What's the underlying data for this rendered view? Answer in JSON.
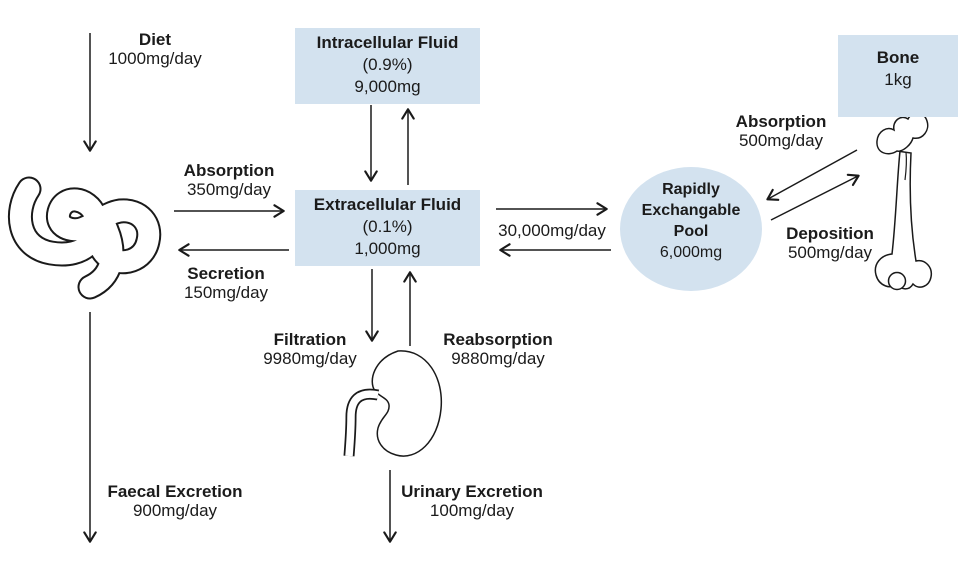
{
  "colors": {
    "node_fill": "#d3e2ef",
    "line": "#1a1a1a",
    "background": "#ffffff"
  },
  "nodes": {
    "intracellular": {
      "title": "Intracellular Fluid",
      "concentration": "(0.9%)",
      "amount": "9,000mg"
    },
    "extracellular": {
      "title": "Extracellular Fluid",
      "concentration": "(0.1%)",
      "amount": "1,000mg"
    },
    "bone": {
      "title": "Bone",
      "amount": "1kg"
    },
    "pool": {
      "title_lines": [
        "Rapidly",
        "Exchangable",
        "Pool"
      ],
      "amount": "6,000mg"
    }
  },
  "flows": {
    "diet": {
      "label": "Diet",
      "rate": "1000mg/day"
    },
    "gut_absorption": {
      "label": "Absorption",
      "rate": "350mg/day"
    },
    "gut_secretion": {
      "label": "Secretion",
      "rate": "150mg/day"
    },
    "ecf_pool_exchange": {
      "rate": "30,000mg/day"
    },
    "bone_absorption": {
      "label": "Absorption",
      "rate": "500mg/day"
    },
    "bone_deposition": {
      "label": "Deposition",
      "rate": "500mg/day"
    },
    "filtration": {
      "label": "Filtration",
      "rate": "9980mg/day"
    },
    "reabsorption": {
      "label": "Reabsorption",
      "rate": "9880mg/day"
    },
    "faecal_excretion": {
      "label": "Faecal Excretion",
      "rate": "900mg/day"
    },
    "urinary_excretion": {
      "label": "Urinary Excretion",
      "rate": "100mg/day"
    }
  }
}
